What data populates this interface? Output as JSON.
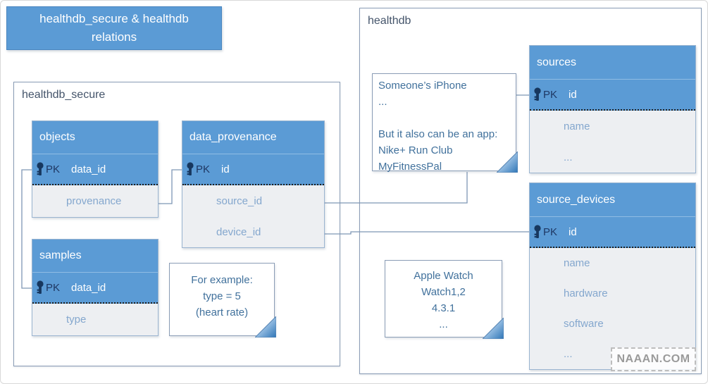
{
  "title_box": {
    "text": "healthdb_secure & healthdb relations"
  },
  "containers": {
    "secure": {
      "label": "healthdb_secure"
    },
    "health": {
      "label": "healthdb"
    }
  },
  "tables": {
    "objects": {
      "title": "objects",
      "pk": {
        "label": "PK",
        "field": "data_id"
      },
      "rows": [
        "provenance"
      ]
    },
    "data_provenance": {
      "title": "data_provenance",
      "pk": {
        "label": "PK",
        "field": "id"
      },
      "rows": [
        "source_id",
        "device_id"
      ]
    },
    "samples": {
      "title": "samples",
      "pk": {
        "label": "PK",
        "field": "data_id"
      },
      "rows": [
        "type"
      ]
    },
    "sources": {
      "title": "sources",
      "pk": {
        "label": "PK",
        "field": "id"
      },
      "rows": [
        "name",
        "..."
      ]
    },
    "source_devices": {
      "title": "source_devices",
      "pk": {
        "label": "PK",
        "field": "id"
      },
      "rows": [
        "name",
        "hardware",
        "software",
        "..."
      ]
    }
  },
  "notes": {
    "for_example": {
      "lines": [
        "For example:",
        "type = 5",
        "(heart rate)"
      ]
    },
    "iphone": {
      "lines": [
        "Someone’s iPhone",
        "...",
        "",
        "But it also can be an app:",
        "Nike+ Run Club",
        "MyFitnessPal"
      ]
    },
    "watch": {
      "lines": [
        "Apple Watch",
        "Watch1,2",
        "4.3.1",
        "..."
      ]
    }
  },
  "watermark": {
    "text": "NAAAN.COM"
  },
  "colors": {
    "accent_blue": "#5B9BD5",
    "pk_text": "#1F3864",
    "field_text": "#84A7CE",
    "note_text": "#41719C",
    "container_label": "#44546A",
    "table_body_bg": "#EDEFF2",
    "connector": "#7E96B5",
    "watermark_text": "#9A9A9A"
  }
}
